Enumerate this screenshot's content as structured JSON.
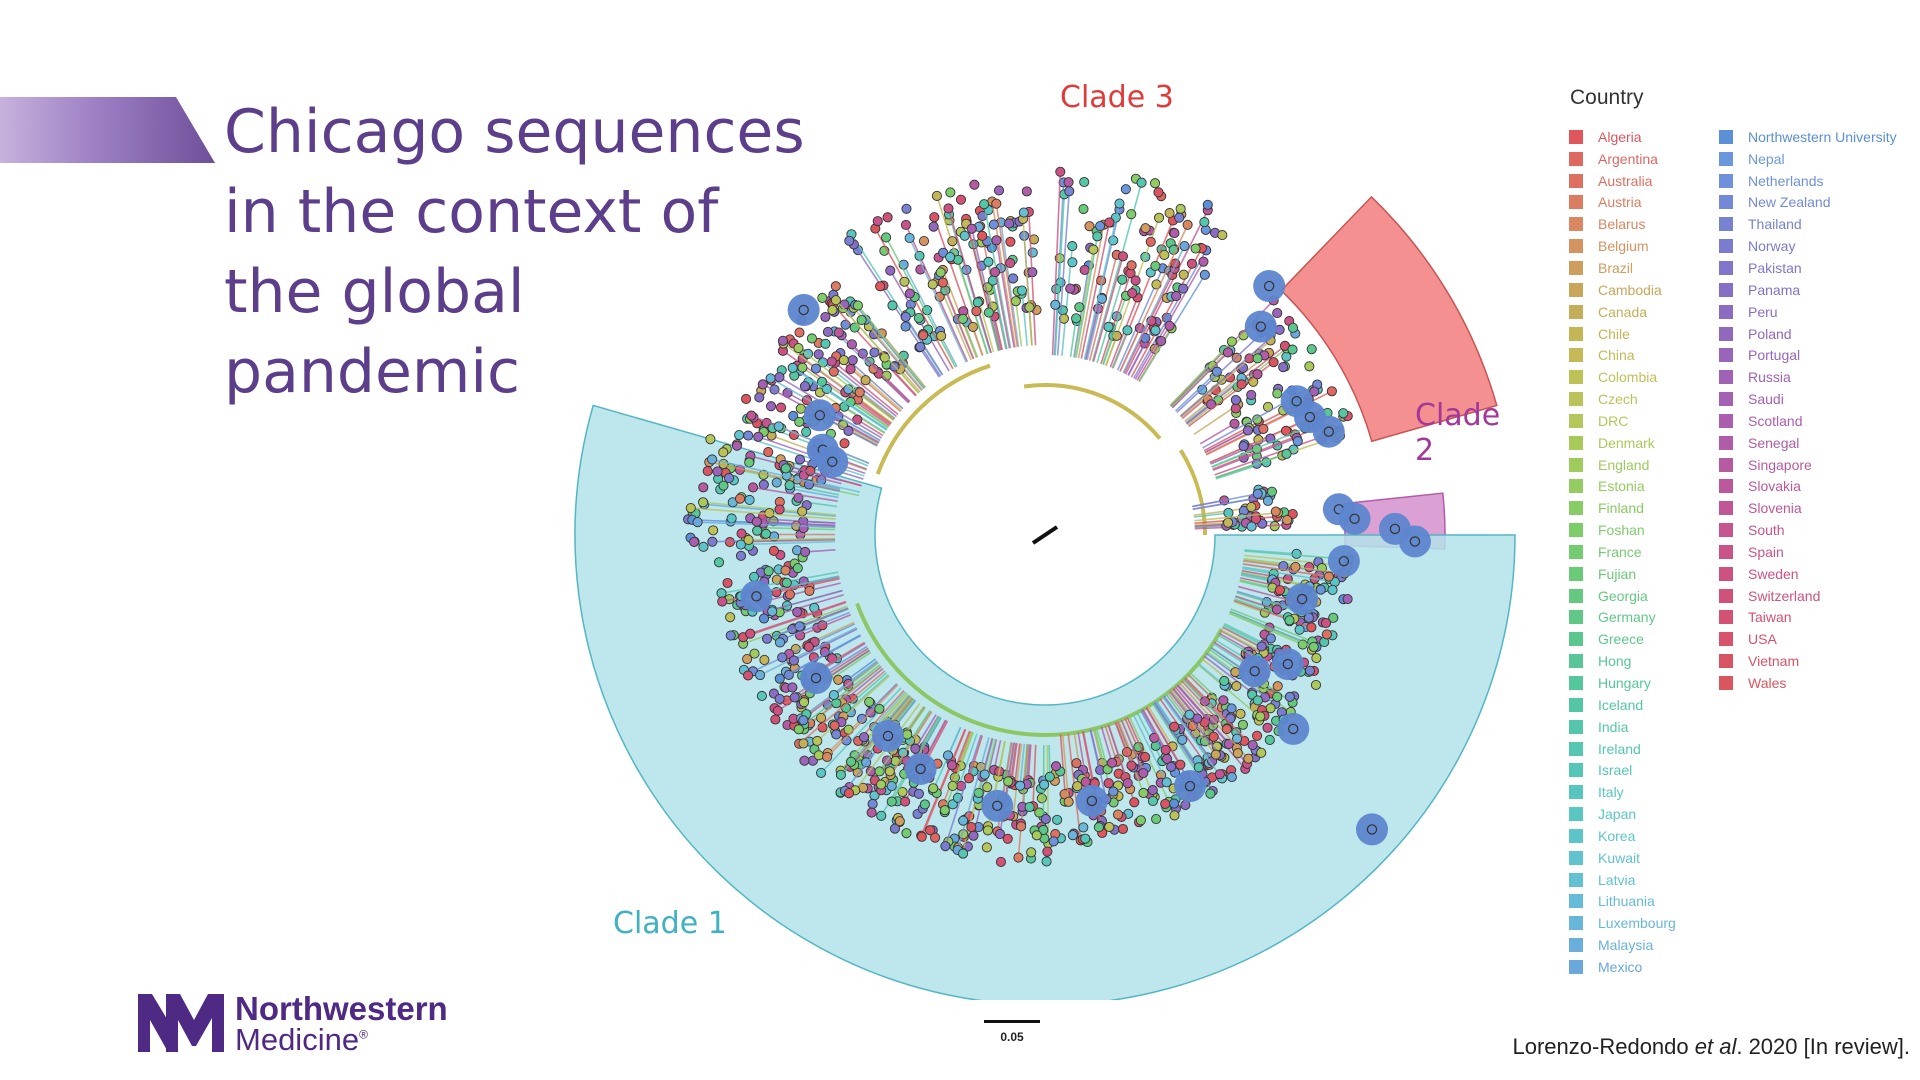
{
  "slide": {
    "title_lines": [
      "Chicago sequences",
      "in the context of",
      "the global",
      "pandemic"
    ],
    "citation": {
      "authors": "Lorenzo-Redondo ",
      "etal": "et al",
      "rest": ". 2020 [In review]."
    }
  },
  "tree": {
    "clades": [
      {
        "label": "Clade 3",
        "color": "#f27d7d",
        "label_color": "#e03a3a"
      },
      {
        "label": "Clade 2",
        "color": "#d690cc",
        "label_color": "#a4379a"
      },
      {
        "label": "Clade 1",
        "color": "#b3e3ea",
        "label_color": "#3fb2c1"
      }
    ],
    "scale_bar_label": "0.05",
    "highlight_color": "#5d86cf"
  },
  "legend": {
    "title": "Country",
    "columns": [
      [
        {
          "name": "Algeria",
          "color": "#e0565d"
        },
        {
          "name": "Argentina",
          "color": "#df6762"
        },
        {
          "name": "Australia",
          "color": "#de7062"
        },
        {
          "name": "Austria",
          "color": "#dc7c62"
        },
        {
          "name": "Belarus",
          "color": "#d88760"
        },
        {
          "name": "Belgium",
          "color": "#d4935f"
        },
        {
          "name": "Brazil",
          "color": "#cf9d5c"
        },
        {
          "name": "Cambodia",
          "color": "#caa65a"
        },
        {
          "name": "Canada",
          "color": "#c5ae59"
        },
        {
          "name": "Chile",
          "color": "#c4b557"
        },
        {
          "name": "China",
          "color": "#c3ba57"
        },
        {
          "name": "Colombia",
          "color": "#bec058"
        },
        {
          "name": "Czech",
          "color": "#b9c359"
        },
        {
          "name": "DRC",
          "color": "#b3c75a"
        },
        {
          "name": "Denmark",
          "color": "#a9c95b"
        },
        {
          "name": "England",
          "color": "#9fcb5e"
        },
        {
          "name": "Estonia",
          "color": "#94cc62"
        },
        {
          "name": "Finland",
          "color": "#89cc66"
        },
        {
          "name": "Foshan",
          "color": "#7fcc6b"
        },
        {
          "name": "France",
          "color": "#74cb71"
        },
        {
          "name": "Fujian",
          "color": "#6bca77"
        },
        {
          "name": "Georgia",
          "color": "#64c97f"
        },
        {
          "name": "Germany",
          "color": "#5fc886"
        },
        {
          "name": "Greece",
          "color": "#5bc78e"
        },
        {
          "name": "Hong",
          "color": "#58c696"
        },
        {
          "name": "Hungary",
          "color": "#56c69d"
        },
        {
          "name": "Iceland",
          "color": "#55c6a4"
        },
        {
          "name": "India",
          "color": "#55c6ab"
        },
        {
          "name": "Ireland",
          "color": "#55c6b2"
        },
        {
          "name": "Israel",
          "color": "#56c6b8"
        },
        {
          "name": "Italy",
          "color": "#58c6be"
        },
        {
          "name": "Japan",
          "color": "#5ac6c4"
        },
        {
          "name": "Korea",
          "color": "#5dc5c9"
        },
        {
          "name": "Kuwait",
          "color": "#60c3ce"
        },
        {
          "name": "Latvia",
          "color": "#63c0d3"
        },
        {
          "name": "Lithuania",
          "color": "#66bcd6"
        },
        {
          "name": "Luxembourg",
          "color": "#68b6d9"
        },
        {
          "name": "Malaysia",
          "color": "#6aafdb"
        },
        {
          "name": "Mexico",
          "color": "#6aa8dc"
        }
      ],
      [
        {
          "name": "Northwestern University",
          "color": "#5b8fd8"
        },
        {
          "name": "Nepal",
          "color": "#6a96dc"
        },
        {
          "name": "Netherlands",
          "color": "#6f90da"
        },
        {
          "name": "New Zealand",
          "color": "#7389d7"
        },
        {
          "name": "Thailand",
          "color": "#7782d3"
        },
        {
          "name": "Norway",
          "color": "#7b7bcf"
        },
        {
          "name": "Pakistan",
          "color": "#8075cb"
        },
        {
          "name": "Panama",
          "color": "#8670c7"
        },
        {
          "name": "Peru",
          "color": "#8c6cc3"
        },
        {
          "name": "Poland",
          "color": "#9268bf"
        },
        {
          "name": "Portugal",
          "color": "#9865bb"
        },
        {
          "name": "Russia",
          "color": "#9e62b7"
        },
        {
          "name": "Saudi",
          "color": "#a460b2"
        },
        {
          "name": "Scotland",
          "color": "#aa5ead"
        },
        {
          "name": "Senegal",
          "color": "#b05ca8"
        },
        {
          "name": "Singapore",
          "color": "#b65aa2"
        },
        {
          "name": "Slovakia",
          "color": "#bb589c"
        },
        {
          "name": "Slovenia",
          "color": "#c05696"
        },
        {
          "name": "South",
          "color": "#c5548f"
        },
        {
          "name": "Spain",
          "color": "#c95388"
        },
        {
          "name": "Sweden",
          "color": "#cd5281"
        },
        {
          "name": "Switzerland",
          "color": "#d0527a"
        },
        {
          "name": "Taiwan",
          "color": "#d35273"
        },
        {
          "name": "USA",
          "color": "#d6536b"
        },
        {
          "name": "Vietnam",
          "color": "#d85464"
        },
        {
          "name": "Wales",
          "color": "#da565e"
        }
      ]
    ]
  },
  "logo": {
    "line1": "Northwestern",
    "line2": "Medicine",
    "reg": "®",
    "color": "#4e2a84"
  }
}
